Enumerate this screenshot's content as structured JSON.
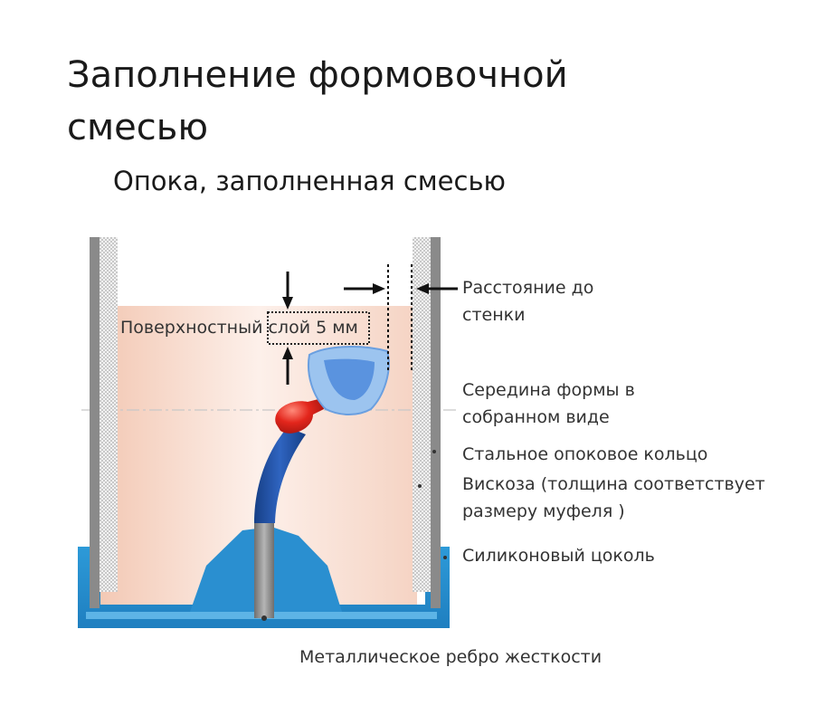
{
  "title_line1": "Заполнение формовочной",
  "title_line2": "смесью",
  "subtitle": "Опока, заполненная смесью",
  "labels": {
    "surface_layer": "Поверхностный слой 5 мм",
    "distance_line1": "Расстояние до",
    "distance_line2": "стенки",
    "mold_mid_line1": "Середина формы в",
    "mold_mid_line2": "собранном  виде",
    "steel_ring": "Стальное опоковое кольцо",
    "viscose_line1": "Вискоза (толщина соответствует",
    "viscose_line2": "размеру муфеля )",
    "silicone_base": "Силиконовый цоколь",
    "metal_rib": "Металлическое ребро жесткости"
  },
  "colors": {
    "investment": "#f6d9cc",
    "silicone": "#2a8fd0",
    "steel": "#8a8a8a",
    "sprue": "#1f4fa0",
    "wax_ball": "#e0281e",
    "crown": "#7fb3e8"
  }
}
